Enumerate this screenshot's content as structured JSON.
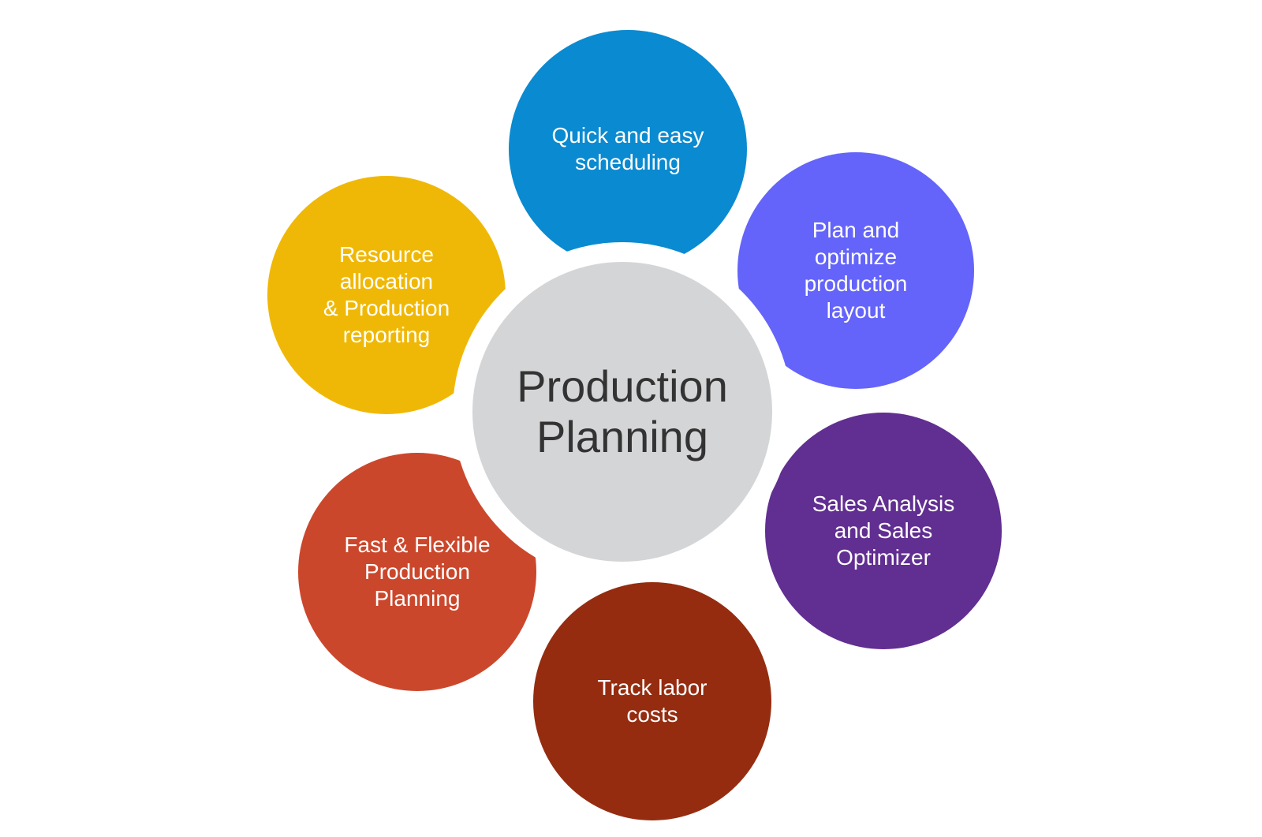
{
  "hub": {
    "label": "Production\nPlanning",
    "color": "#d4d5d7"
  },
  "petals": [
    {
      "label": "Quick and easy\nscheduling",
      "color": "#0a8ad0"
    },
    {
      "label": "Plan and\noptimize\nproduction\nlayout",
      "color": "#6464fa"
    },
    {
      "label": "Sales Analysis\nand Sales\nOptimizer",
      "color": "#612e91"
    },
    {
      "label": "Track labor\ncosts",
      "color": "#952c10"
    },
    {
      "label": "Fast & Flexible\nProduction\nPlanning",
      "color": "#cb472c"
    },
    {
      "label": "Resource\nallocation\n& Production\nreporting",
      "color": "#f0b806"
    }
  ]
}
